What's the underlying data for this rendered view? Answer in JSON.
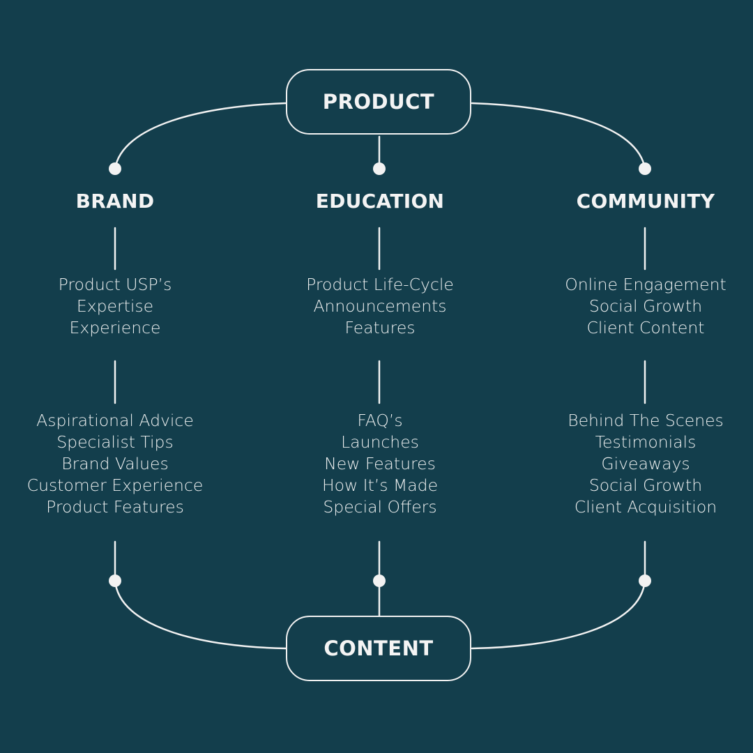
{
  "diagram": {
    "background_color": "#133e4c",
    "line_color": "#f2f2f2",
    "top_node": {
      "label": "PRODUCT"
    },
    "bottom_node": {
      "label": "CONTENT"
    },
    "columns": [
      {
        "heading": "BRAND",
        "primary_items": [
          "Product USP’s",
          "Expertise",
          "Experience"
        ],
        "content_items": [
          "Aspirational Advice",
          "Specialist Tips",
          "Brand Values",
          "Customer Experience",
          "Product Features"
        ]
      },
      {
        "heading": "EDUCATION",
        "primary_items": [
          "Product Life-Cycle",
          "Announcements",
          "Features"
        ],
        "content_items": [
          "FAQ’s",
          "Launches",
          "New Features",
          "How It’s Made",
          "Special Offers"
        ]
      },
      {
        "heading": "COMMUNITY",
        "primary_items": [
          "Online Engagement",
          "Social Growth",
          "Client Content"
        ],
        "content_items": [
          "Behind The Scenes",
          "Testimonials",
          "Giveaways",
          "Social Growth",
          "Client Acquisition"
        ]
      }
    ]
  }
}
